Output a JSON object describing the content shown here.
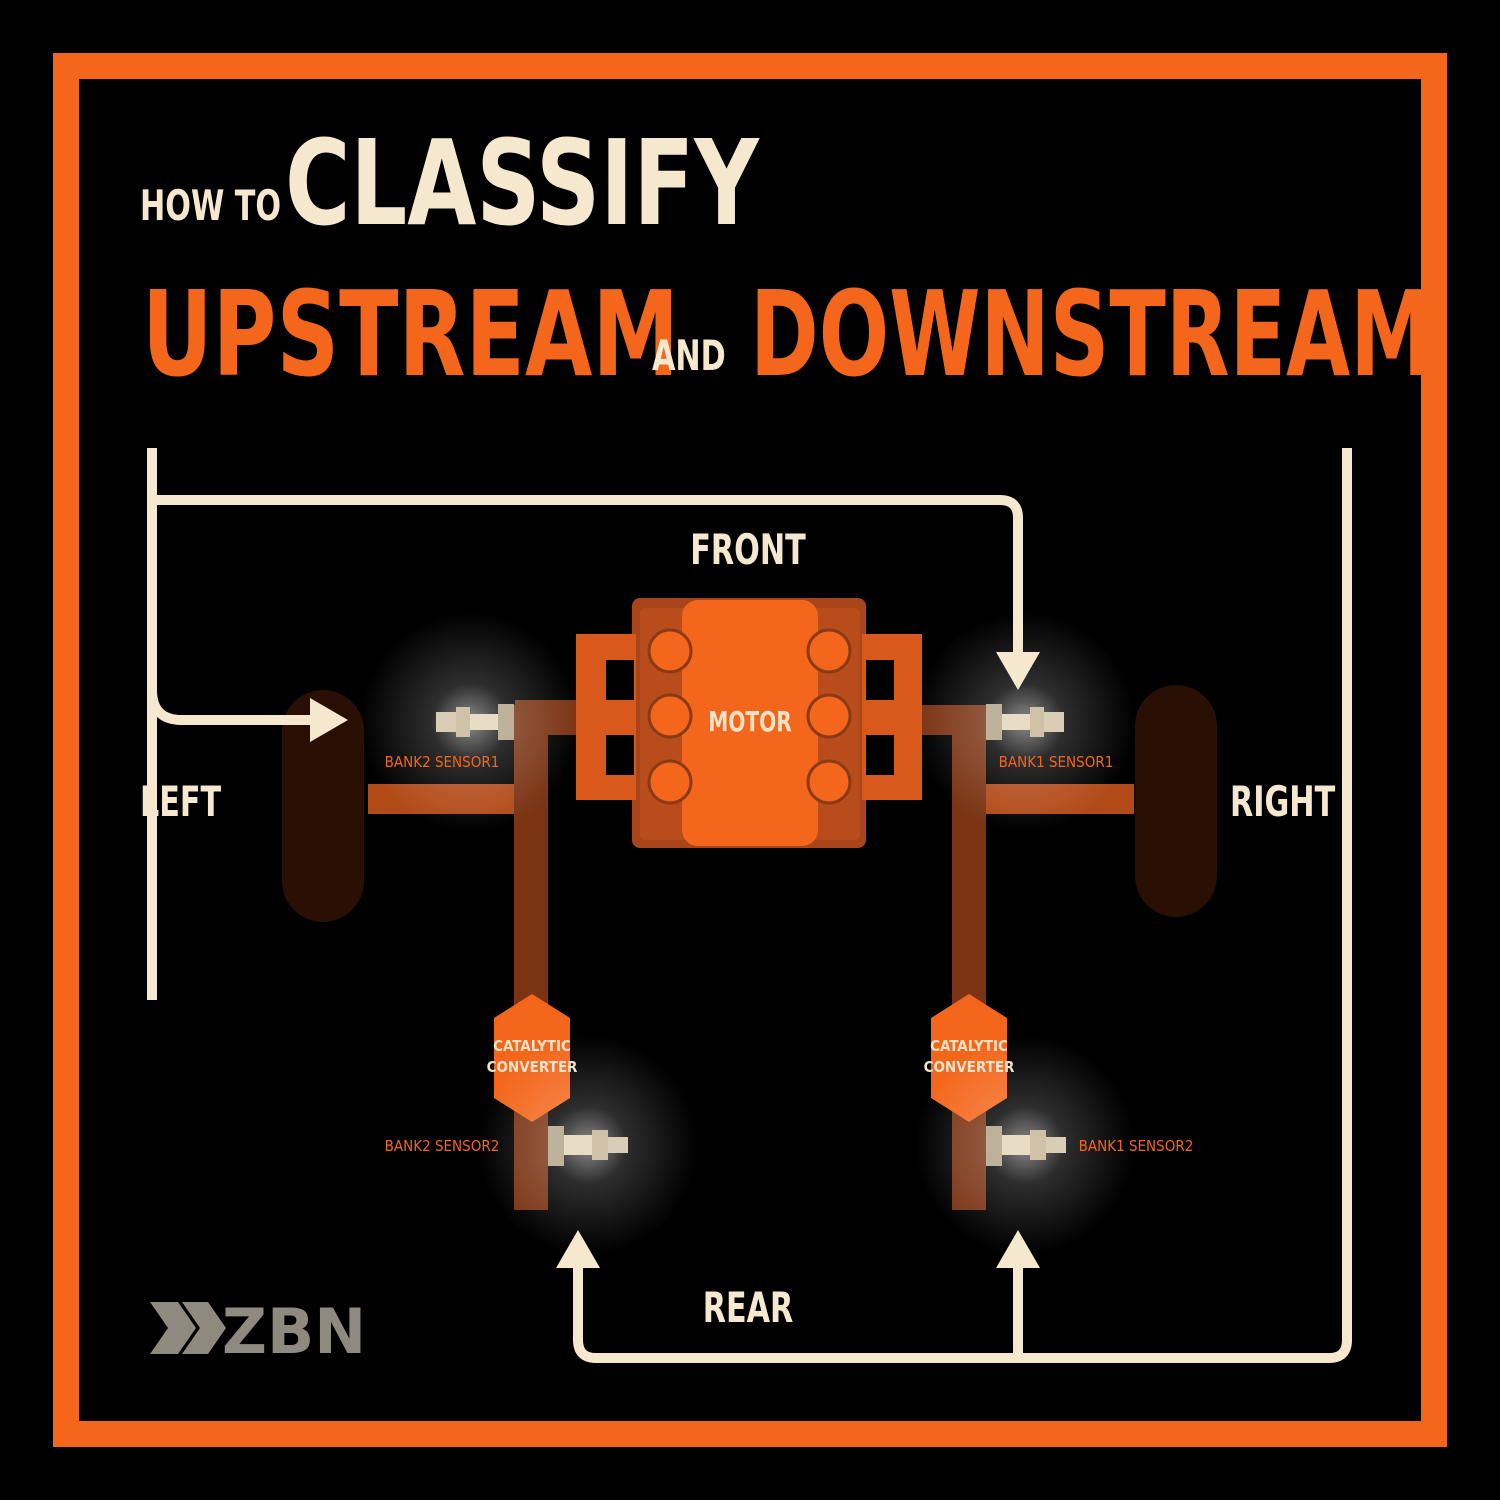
{
  "title": {
    "prefix": "HOW TO",
    "main": "CLASSIFY",
    "line2_left": "UPSTREAM",
    "line2_mid": "AND",
    "line2_right": "DOWNSTREAM"
  },
  "directions": {
    "front": "FRONT",
    "rear": "REAR",
    "left": "LEFT",
    "right": "RIGHT"
  },
  "engine": {
    "label": "MOTOR"
  },
  "sensors": {
    "bank2_sensor1": "BANK2 SENSOR1",
    "bank1_sensor1": "BANK1 SENSOR1",
    "bank2_sensor2": "BANK2 SENSOR2",
    "bank1_sensor2": "BANK1 SENSOR2"
  },
  "converters": {
    "left": [
      "CATALYTIC",
      "CONVERTER"
    ],
    "right": [
      "CATALYTIC",
      "CONVERTER"
    ]
  },
  "brand": {
    "logo_text": "ZBN"
  },
  "colors": {
    "background": "#000000",
    "frame": "#f4661b",
    "accent_orange": "#f4661b",
    "cream": "#f6e8cf",
    "pipe_brown": "#8a3a14",
    "logo_gray": "#8f8a80"
  }
}
